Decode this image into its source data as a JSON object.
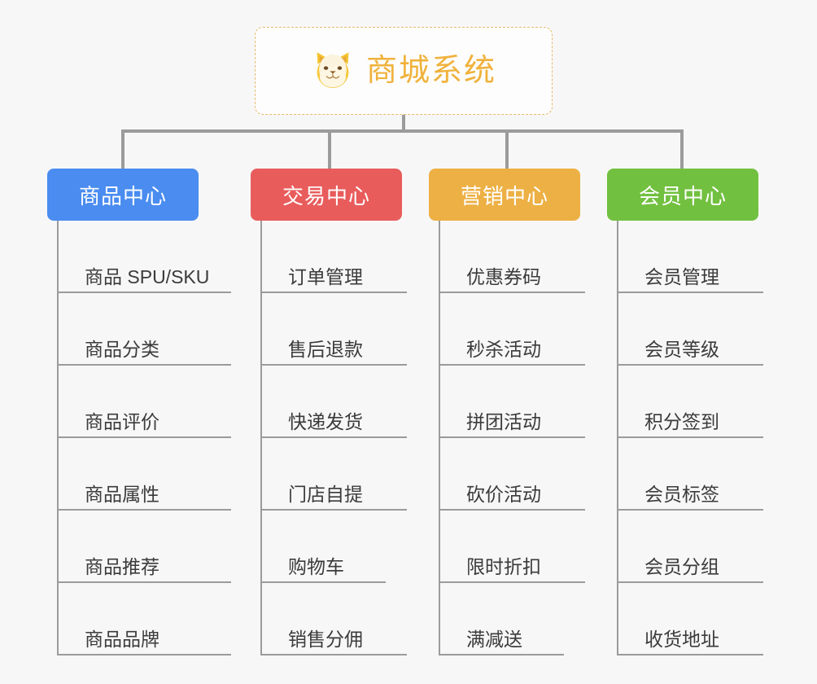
{
  "root": {
    "title": "商城系统",
    "icon": "shiba-inu-dog-face-emoji",
    "accent_color": "#f0b23c",
    "border_color": "#e8b96a"
  },
  "branches": [
    {
      "label": "商品中心",
      "color": "#4a8cf0",
      "items": [
        "商品 SPU/SKU",
        "商品分类",
        "商品评价",
        "商品属性",
        "商品推荐",
        "商品品牌"
      ]
    },
    {
      "label": "交易中心",
      "color": "#e95c5c",
      "items": [
        "订单管理",
        "售后退款",
        "快递发货",
        "门店自提",
        "购物车",
        "销售分佣"
      ]
    },
    {
      "label": "营销中心",
      "color": "#edb044",
      "items": [
        "优惠券码",
        "秒杀活动",
        "拼团活动",
        "砍价活动",
        "限时折扣",
        "满减送"
      ]
    },
    {
      "label": "会员中心",
      "color": "#72c040",
      "items": [
        "会员管理",
        "会员等级",
        "积分签到",
        "会员标签",
        "会员分组",
        "收货地址"
      ]
    }
  ],
  "line_color": "#9b9b9b",
  "background_color": "#f7f7f7"
}
